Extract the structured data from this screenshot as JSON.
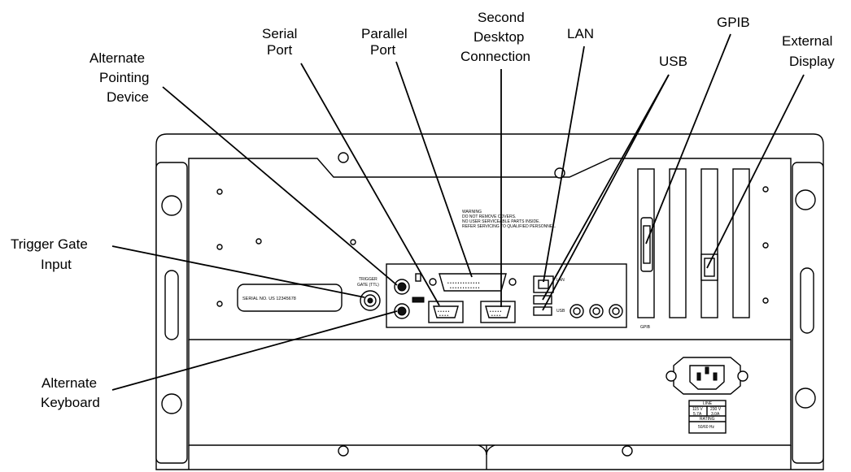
{
  "labels": {
    "serial_port": [
      "Serial",
      "Port"
    ],
    "parallel_port": [
      "Parallel",
      "Port"
    ],
    "second_desktop": [
      "Second",
      "Desktop",
      "Connection"
    ],
    "lan": [
      "LAN"
    ],
    "gpib": [
      "GPIB"
    ],
    "external_display": [
      "External",
      "Display"
    ],
    "usb": [
      "USB"
    ],
    "alt_pointing": [
      "Alternate",
      "Pointing",
      "Device"
    ],
    "trigger_gate": [
      "Trigger Gate",
      "Input"
    ],
    "alt_keyboard": [
      "Alternate",
      "Keyboard"
    ]
  },
  "panel_text": {
    "warning": [
      "WARNING",
      "DO NOT REMOVE COVERS.",
      "NO USER SERVICEABLE PARTS INSIDE.",
      "REFER SERVICING TO QUALIFIED PERSONNEL."
    ],
    "serial_no": "SERIAL NO.   US 12345678",
    "trigger": [
      "TRIGGER",
      "GATE (TTL)"
    ],
    "lan_port": "LAN",
    "usb_port": "USB",
    "gpib_card": "GPIB",
    "rating": [
      "LINE",
      "115 V",
      "230 V",
      "5.7A",
      "3.0A",
      "RATING",
      "50/60 Hz"
    ]
  }
}
